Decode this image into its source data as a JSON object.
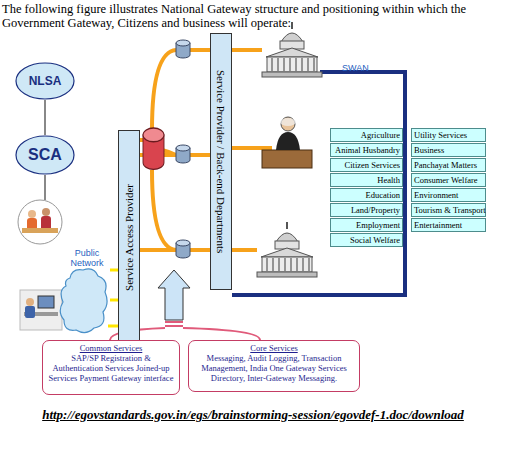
{
  "diagram": {
    "title": "The following figure illustrates National Gateway structure and positioning within which the Government Gateway, Citizens and business will operate:",
    "caption": "http://egovstandards.gov.in/egs/brainstorming-session/egovdef-1.doc/download",
    "nodes": [
      {
        "text": [
          "NLSA"
        ]
      },
      {
        "text": [
          "SCA"
        ]
      },
      {
        "text": [
          "Public Network"
        ]
      },
      {
        "text": [
          "Service Access Provider"
        ]
      },
      {
        "text": [
          "Service Provider / Back-end Departments"
        ]
      },
      {
        "text": [
          "Agriculture"
        ]
      },
      {
        "text": [
          "Utility Services"
        ]
      },
      {
        "text": [
          "Animal Husbandry"
        ]
      },
      {
        "text": [
          "Business"
        ]
      },
      {
        "text": [
          "Citizen Services"
        ]
      },
      {
        "text": [
          "Panchayat Matters"
        ]
      },
      {
        "text": [
          "Health"
        ]
      },
      {
        "text": [
          "Consumer Welfare"
        ]
      },
      {
        "text": [
          "Education"
        ]
      },
      {
        "text": [
          "Environment"
        ]
      },
      {
        "text": [
          "Land/Property"
        ]
      },
      {
        "text": [
          "Tourism & Transport"
        ]
      },
      {
        "text": [
          "Employment"
        ]
      },
      {
        "text": [
          "Entertainment"
        ]
      },
      {
        "text": [
          "Social Welfare"
        ]
      },
      {
        "text": [
          "Common Services",
          "SAP/SP Registration & Authentication Services Joined-up Services Payment Gateway interface"
        ]
      },
      {
        "text": [
          "Core Services",
          "Messaging, Audit Logging, Transaction Management, India One Gateway Services Directory, Inter-Gateway Messaging."
        ]
      }
    ],
    "edges": [
      {
        "from": 0,
        "to": 1,
        "arrow": "none"
      },
      {
        "from": 2,
        "to": 3,
        "arrow": "none"
      },
      {
        "from": 3,
        "to": 4,
        "arrow": "none"
      }
    ],
    "labels": [
      "SWAN"
    ]
  }
}
